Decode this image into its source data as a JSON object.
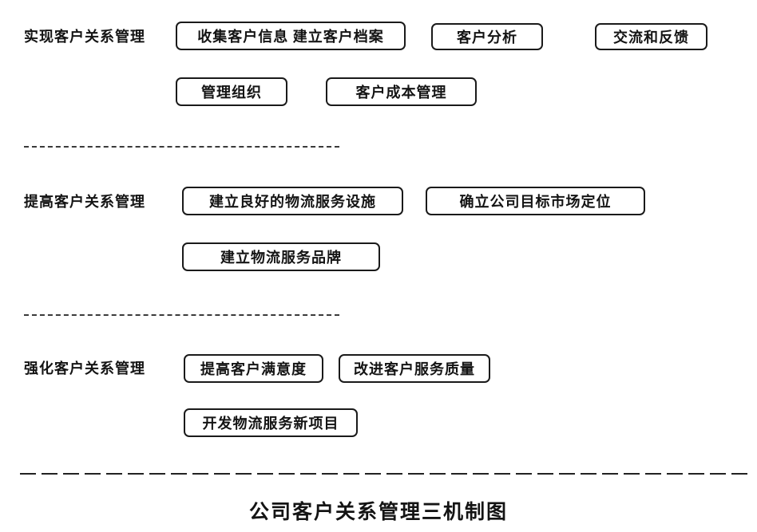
{
  "title": "公司客户关系管理三机制图",
  "sections": [
    {
      "label": "实现客户关系管理",
      "rows": [
        {
          "boxes": [
            "收集客户信息 建立客户档案",
            "客户分析",
            "交流和反馈"
          ]
        },
        {
          "boxes": [
            "管理组织",
            "客户成本管理"
          ]
        }
      ]
    },
    {
      "label": "提高客户关系管理",
      "rows": [
        {
          "boxes": [
            "建立良好的物流服务设施",
            "确立公司目标市场定位"
          ]
        },
        {
          "boxes": [
            "建立物流服务品牌"
          ]
        }
      ]
    },
    {
      "label": "强化客户关系管理",
      "rows": [
        {
          "boxes": [
            "提高客户满意度",
            "改进客户服务质量"
          ]
        },
        {
          "boxes": [
            "开发物流服务新项目"
          ]
        }
      ]
    }
  ]
}
